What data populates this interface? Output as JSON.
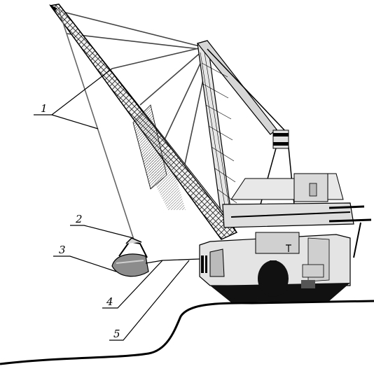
{
  "callouts": [
    {
      "number": "1"
    },
    {
      "number": "2"
    },
    {
      "number": "3"
    },
    {
      "number": "4"
    },
    {
      "number": "5"
    }
  ],
  "colors": {
    "line": "#000000",
    "boom_body": "#e8e8e8",
    "machine_body": "#dedede",
    "machine_shadow": "#9a9a9a",
    "base": "#111111",
    "bucket": "#8c8c8c"
  }
}
